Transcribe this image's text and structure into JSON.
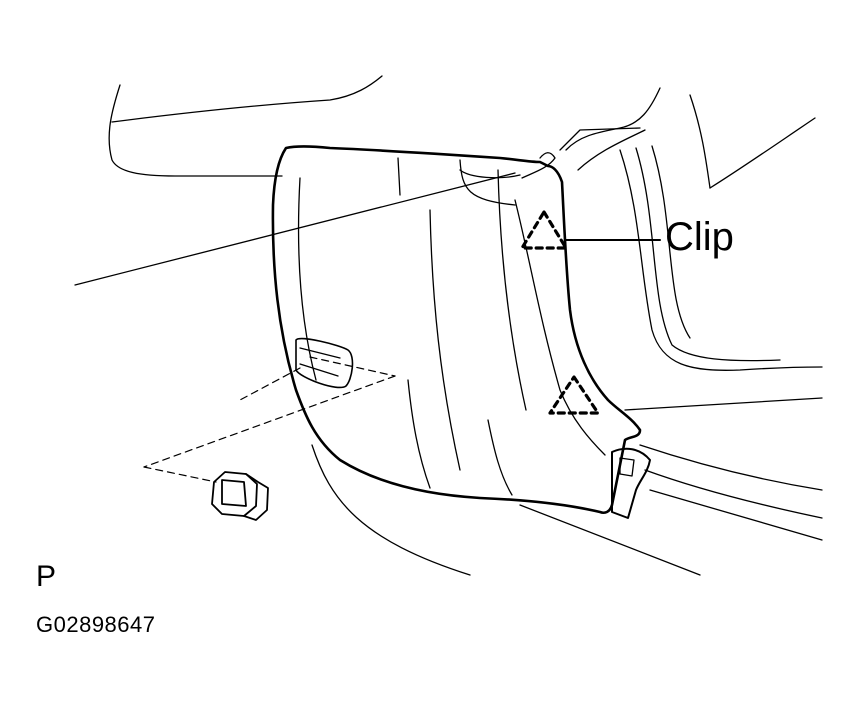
{
  "diagram": {
    "callouts": {
      "clip": "Clip"
    },
    "view_letter": "P",
    "figure_code": "G02898647",
    "colors": {
      "line": "#000000",
      "background": "#ffffff"
    }
  }
}
